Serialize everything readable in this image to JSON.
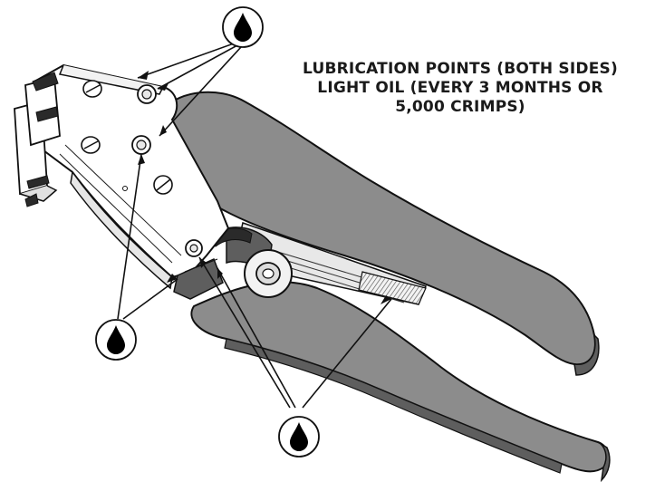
{
  "caption": {
    "line1": "LUBRICATION POINTS (BOTH SIDES)",
    "line2": "LIGHT OIL (EVERY 3 MONTHS OR",
    "line3": "5,000 CRIMPS)"
  },
  "colors": {
    "handle_fill": "#8c8c8c",
    "handle_dark": "#5e5e5e",
    "outline": "#111111",
    "metal_light": "#e8e8e8",
    "oil_drop": "#000000"
  },
  "icons": [
    "oil-drop-icon",
    "oil-drop-icon",
    "oil-drop-icon"
  ]
}
